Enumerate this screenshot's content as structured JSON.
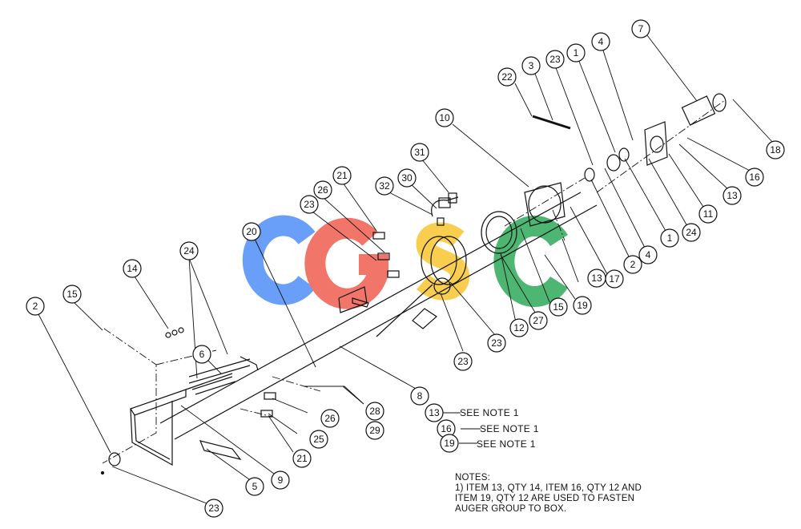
{
  "watermark": {
    "text": "CGSC",
    "colors": [
      "#4f8ff7",
      "#f05d4f",
      "#f8c630",
      "#2ea95a"
    ]
  },
  "balloons": [
    "2",
    "15",
    "14",
    "24",
    "6",
    "20",
    "23",
    "26",
    "21",
    "32",
    "30",
    "31",
    "10",
    "22",
    "3",
    "23",
    "1",
    "4",
    "7",
    "18",
    "16",
    "13",
    "11",
    "24",
    "1",
    "4",
    "2",
    "17",
    "13",
    "19",
    "15",
    "27",
    "12",
    "23",
    "23",
    "8",
    "28",
    "29",
    "26",
    "25",
    "21",
    "9",
    "5",
    "23",
    "13",
    "16",
    "19"
  ],
  "see_notes": [
    {
      "item": "13",
      "text": "SEE NOTE 1"
    },
    {
      "item": "16",
      "text": "SEE NOTE 1"
    },
    {
      "item": "19",
      "text": "SEE NOTE 1"
    }
  ],
  "notes": {
    "heading": "NOTES:",
    "lines": [
      "1) ITEM 13, QTY 14, ITEM 16, QTY 12 AND",
      "ITEM 19, QTY 12 ARE USED TO FASTEN",
      "AUGER GROUP TO BOX."
    ]
  }
}
